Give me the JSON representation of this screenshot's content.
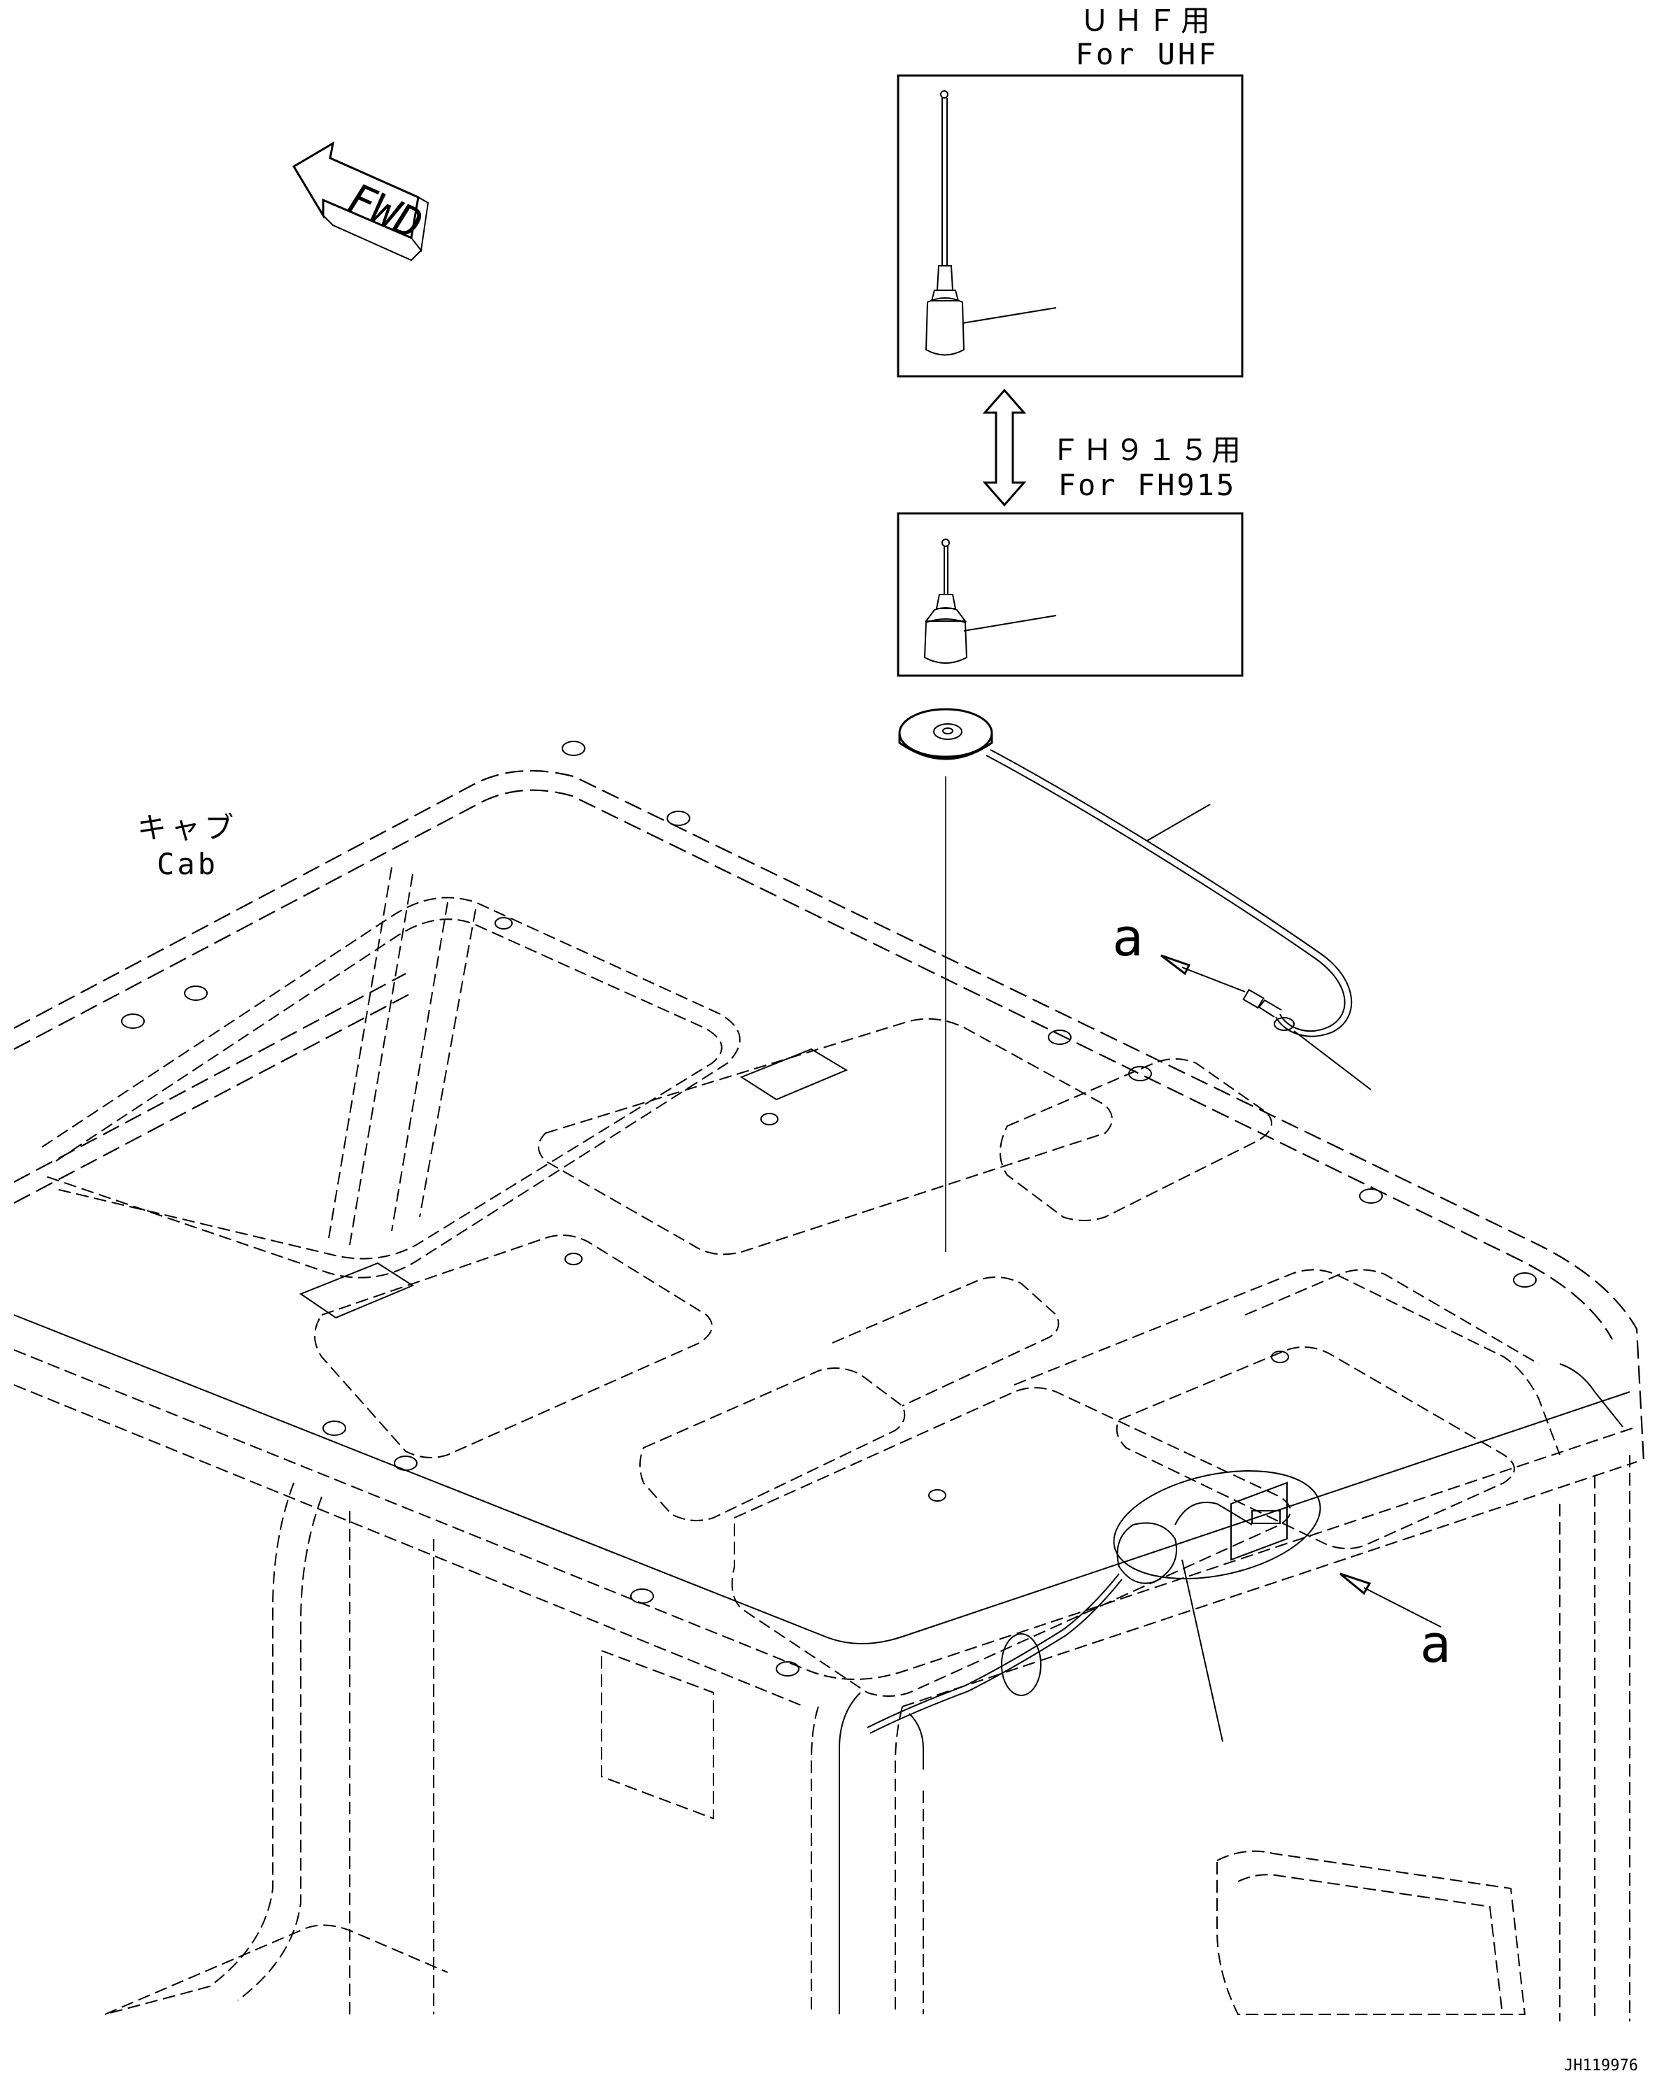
{
  "labels": {
    "uhf_jp": "ＵＨＦ用",
    "uhf_en": "For UHF",
    "fh915_jp": "ＦＨ９１５用",
    "fh915_en": "For FH915",
    "cab_jp": "キャブ",
    "cab_en": "Cab",
    "fwd": "FWD",
    "callout_a_top": "a",
    "callout_a_bottom": "a",
    "drawing_number": "JH119976"
  },
  "icons": {
    "fwd_arrow": "fwd-arrow-icon",
    "swap_arrow": "double-arrow-icon",
    "antenna": "antenna-icon",
    "mount": "magnetic-mount-icon"
  },
  "colors": {
    "line": "#000000",
    "background": "#ffffff"
  }
}
